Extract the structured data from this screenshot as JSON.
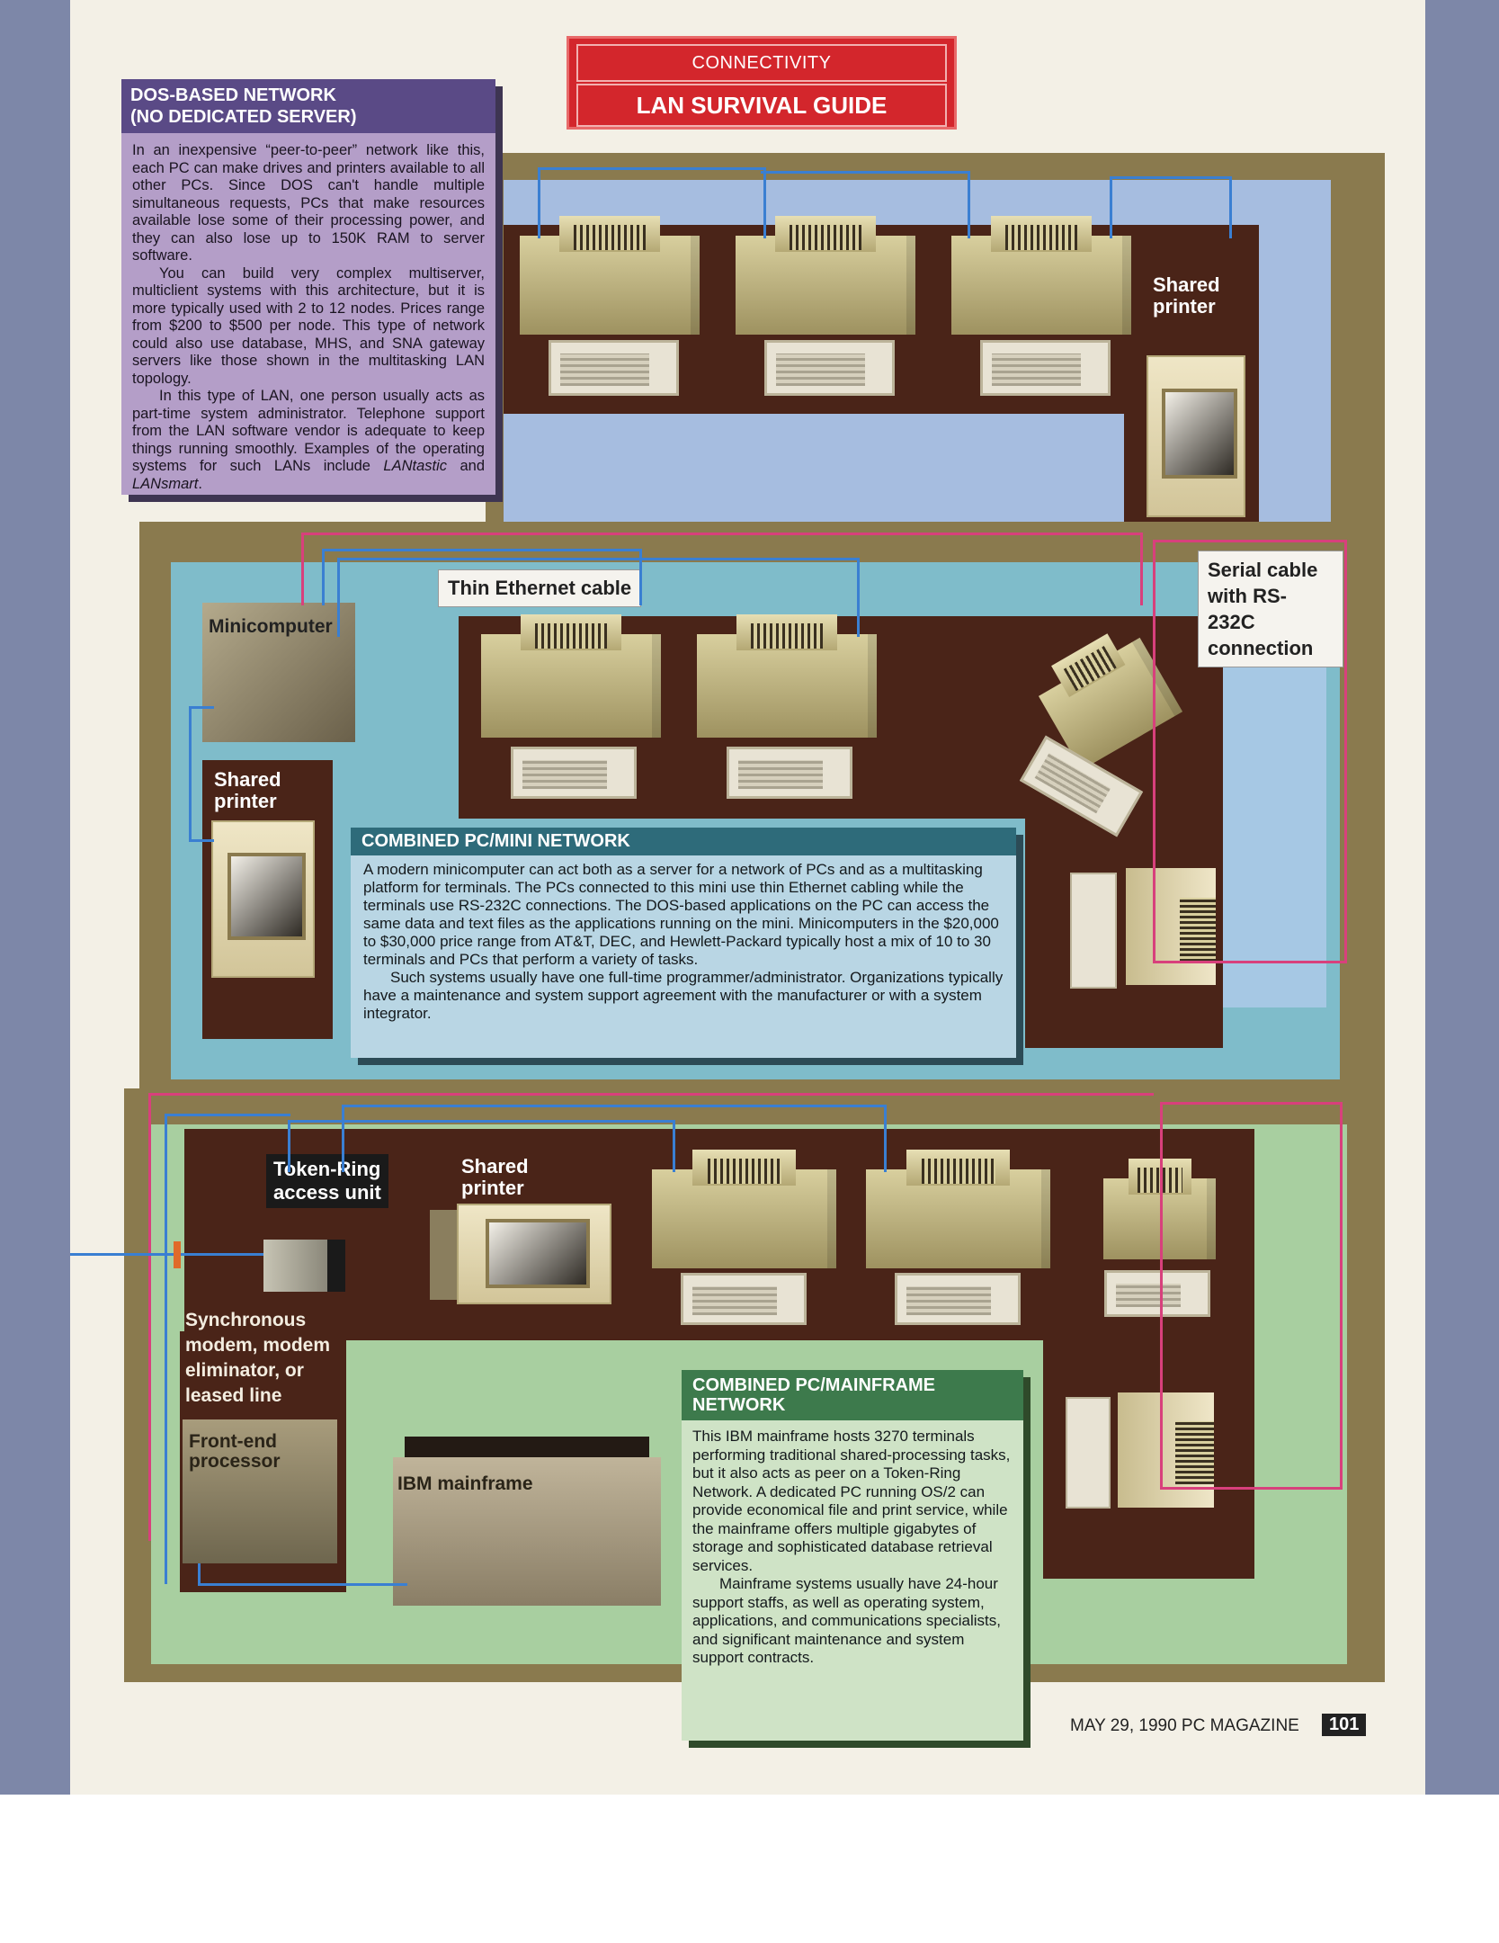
{
  "header": {
    "section": "CONNECTIVITY",
    "title": "LAN SURVIVAL GUIDE"
  },
  "dos_network": {
    "title_line1": "DOS-BASED NETWORK",
    "title_line2": "(NO DEDICATED SERVER)",
    "para1": "In an inexpensive “peer-to-peer” network like this, each PC can make drives and printers available to all other PCs. Since DOS can't handle multiple simultaneous requests, PCs that make resources available lose some of their processing power, and they can also lose up to 150K RAM to server software.",
    "para2": "You can build very complex multiserver, multiclient systems with this architecture, but it is more typically used with 2 to 12 nodes. Prices range from $200 to $500 per node. This type of network could also use database, MHS, and SNA gateway servers like those shown in the multitasking LAN topology.",
    "para3_pre": "In this type of LAN, one person usually acts as part-time system administrator. Telephone support from the LAN software vendor is adequate to keep things running smoothly. Examples of the operating systems for such LANs include ",
    "product1": "LANtastic",
    "para3_and": " and ",
    "product2": "LANsmart",
    "para3_end": "."
  },
  "pc_mini": {
    "title": "COMBINED PC/MINI NETWORK",
    "para1": "A modern minicomputer can act both as a server for a network of PCs and as a multitasking platform for terminals. The PCs connected to this mini use thin Ethernet cabling while the terminals use RS-232C connections. The DOS-based applications on the PC can access the same data and text files as the applications running on the mini. Minicomputers in the $20,000 to $30,000 price range from AT&T, DEC, and Hewlett-Packard typically host a mix of 10 to 30 terminals and PCs that perform a variety of tasks.",
    "para2": "Such systems usually have one full-time programmer/administrator. Organizations typically have a maintenance and system support agreement with the manufacturer or with a system integrator."
  },
  "pc_mainframe": {
    "title_line1": "COMBINED PC/MAINFRAME",
    "title_line2": "NETWORK",
    "para1": "This IBM mainframe hosts 3270 terminals performing traditional shared-processing tasks, but it also acts as peer on a Token-Ring Network. A dedicated PC running OS/2 can provide economical file and print service, while the mainframe offers multiple gigabytes of storage and sophisticated database retrieval services.",
    "para2": "Mainframe systems usually have 24-hour support staffs, as well as operating system, applications, and communications specialists, and significant maintenance and system support contracts."
  },
  "labels": {
    "shared_printer_top_1": "Shared",
    "shared_printer_top_2": "printer",
    "thin_ethernet": "Thin Ethernet cable",
    "serial_1": "Serial cable",
    "serial_2": "with RS-232C",
    "serial_3": "connection",
    "minicomputer": "Minicomputer",
    "shared_printer_mid_1": "Shared",
    "shared_printer_mid_2": "printer",
    "token_ring_1": "Token-Ring",
    "token_ring_2": "access unit",
    "shared_printer_bot_1": "Shared",
    "shared_printer_bot_2": "printer",
    "sync_1": "Synchronous",
    "sync_2": "modem, modem",
    "sync_3": "eliminator, or",
    "sync_4": "leased line",
    "fep_1": "Front-end",
    "fep_2": "processor",
    "ibm_mainframe": "IBM mainframe"
  },
  "footer": {
    "issue": "MAY 29, 1990  PC MAGAZINE",
    "page": "101"
  },
  "colors": {
    "cable_ethernet": "#3a7fd2",
    "cable_serial": "#d8407c",
    "room_floor": "#4a2418",
    "header_red": "#d3262c"
  }
}
